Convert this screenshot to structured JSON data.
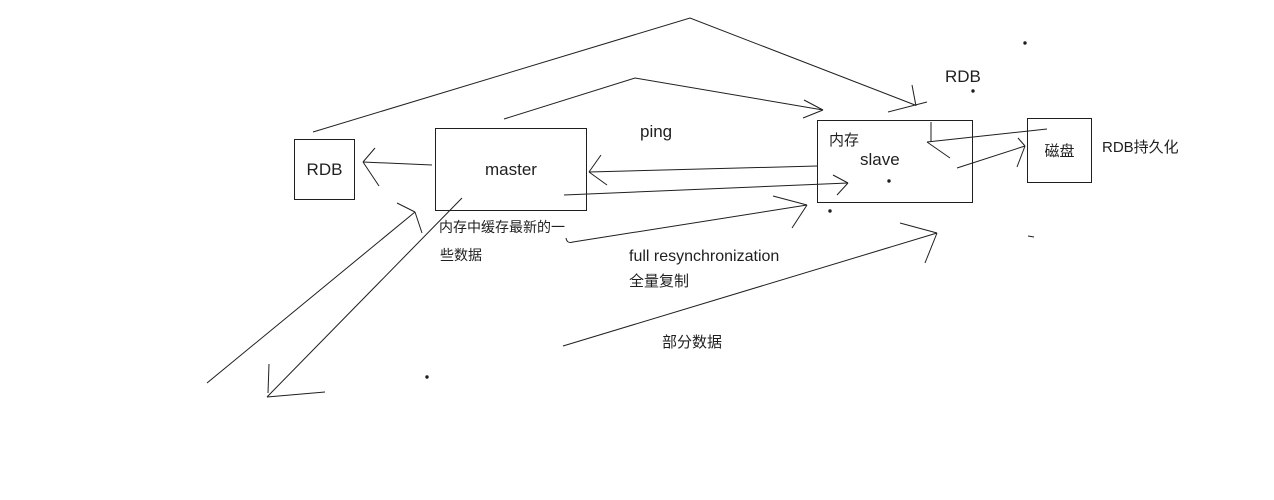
{
  "canvas": {
    "background": "#ffffff",
    "ink": "#1f1f1f"
  },
  "nodes": {
    "rdb": {
      "label": "RDB"
    },
    "master": {
      "label": "master"
    },
    "slave": {
      "memory_label": "内存",
      "label": "slave"
    },
    "disk": {
      "label": "磁盘"
    }
  },
  "annotations": {
    "ping": "ping",
    "rdb_top": "RDB",
    "rdb_persistence": "RDB持久化",
    "memory_cache_note_line1": "内存中缓存最新的一",
    "memory_cache_note_line2": "些数据",
    "full_resync_en": "full resynchronization",
    "full_resync_zh": "全量复制",
    "partial_data": "部分数据"
  }
}
